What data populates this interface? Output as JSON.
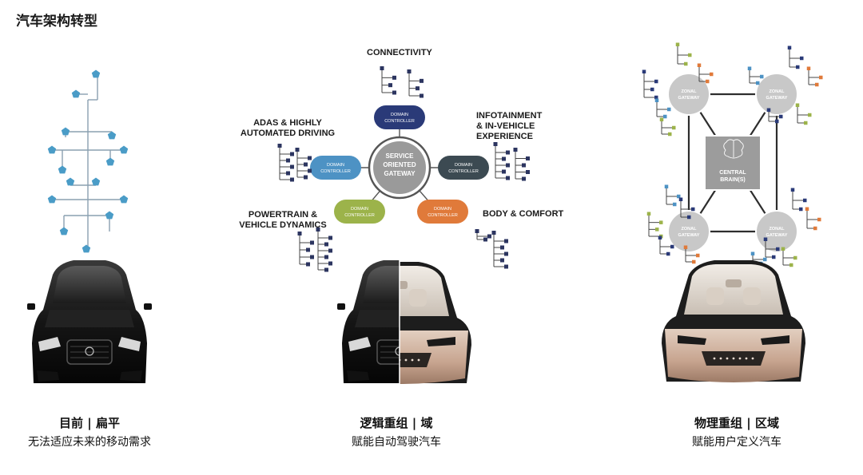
{
  "page_title": "汽车架构转型",
  "colors": {
    "node_blue": "#4a9cc7",
    "dc_navy": "#2a3a78",
    "dc_blue": "#4d92c4",
    "dc_dark": "#3c4a52",
    "dc_green": "#9cb34a",
    "dc_orange": "#e07a3a",
    "zonal_gray": "#c8c8c8",
    "node_dark": "#2c3560"
  },
  "left": {
    "caption_title": "目前 | 扁平",
    "caption_sub": "无法适应未来的移动需求"
  },
  "middle": {
    "caption_title": "逻辑重组 | 域",
    "caption_sub": "赋能自动驾驶汽车",
    "center_label": [
      "SERVICE",
      "ORIENTED",
      "GATEWAY"
    ],
    "dc_label": [
      "DOMAIN",
      "CONTROLLER"
    ],
    "domains": {
      "connectivity": "CONNECTIVITY",
      "adas": [
        "ADAS & HIGHLY",
        "AUTOMATED DRIVING"
      ],
      "infotainment": [
        "INFOTAINMENT",
        "& IN-VEHICLE",
        "EXPERIENCE"
      ],
      "powertrain": [
        "POWERTRAIN &",
        "VEHICLE DYNAMICS"
      ],
      "body": "BODY & COMFORT"
    }
  },
  "right": {
    "caption_title": "物理重组 | 区域",
    "caption_sub": "赋能用户定义汽车",
    "zonal_label": [
      "ZONAL",
      "GATEWAY"
    ],
    "central_label": [
      "CENTRAL",
      "BRAIN(S)"
    ]
  }
}
